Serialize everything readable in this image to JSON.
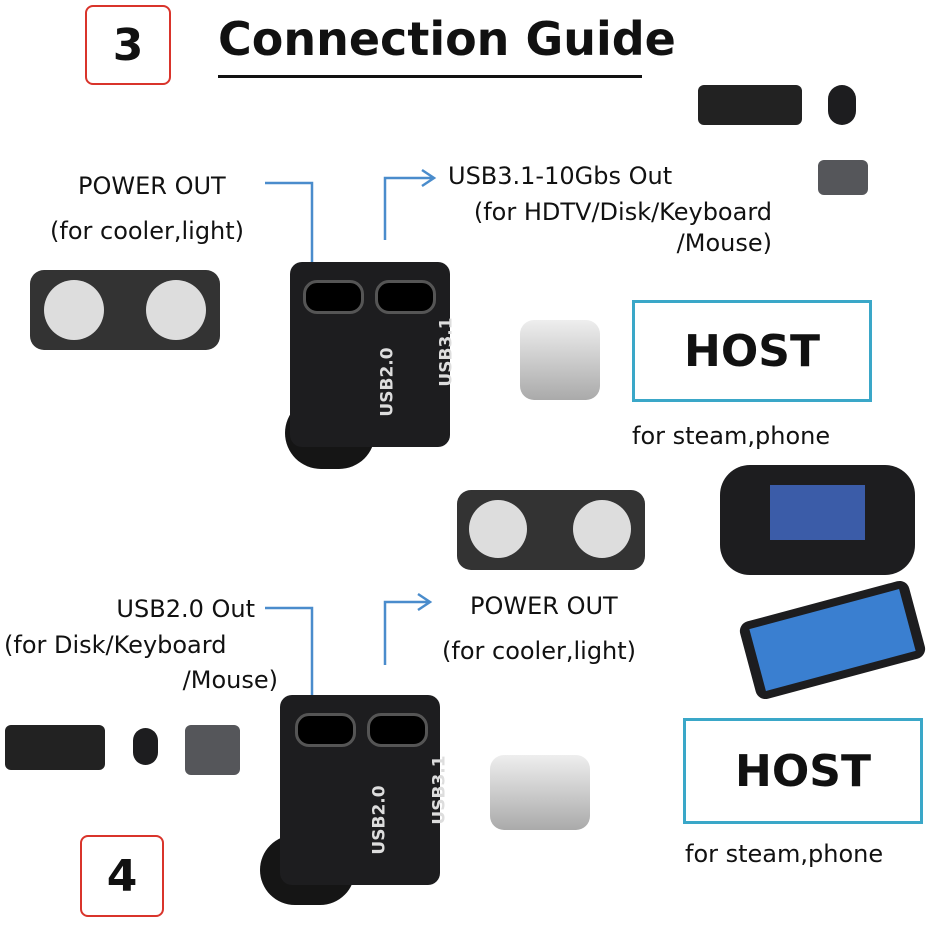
{
  "top": {
    "step_number": "3",
    "title": "Connection Guide"
  },
  "bottom": {
    "step_number": "4"
  },
  "section1": {
    "power_out": "POWER OUT",
    "power_out_note": "(for cooler,light)",
    "usb31_title": "USB3.1-10Gbs Out",
    "usb31_note_1": "(for HDTV/Disk/Keyboard",
    "usb31_note_2": "/Mouse)",
    "port_label_left": "USB2.0",
    "port_label_right": "USB3.1",
    "host": "HOST",
    "host_note": "for steam,phone"
  },
  "section2": {
    "usb20_title": "USB2.0 Out",
    "usb20_note_1": "(for Disk/Keyboard",
    "usb20_note_2": "/Mouse)",
    "power_out": "POWER OUT",
    "power_out_note": "(for cooler,light)",
    "port_label_left": "USB2.0",
    "port_label_right": "USB3.1",
    "host": "HOST",
    "host_note": "for steam,phone"
  },
  "colors": {
    "accent_line": "#4a8ccc",
    "host_border": "#3aa7c8",
    "step_border": "#d9342b"
  }
}
